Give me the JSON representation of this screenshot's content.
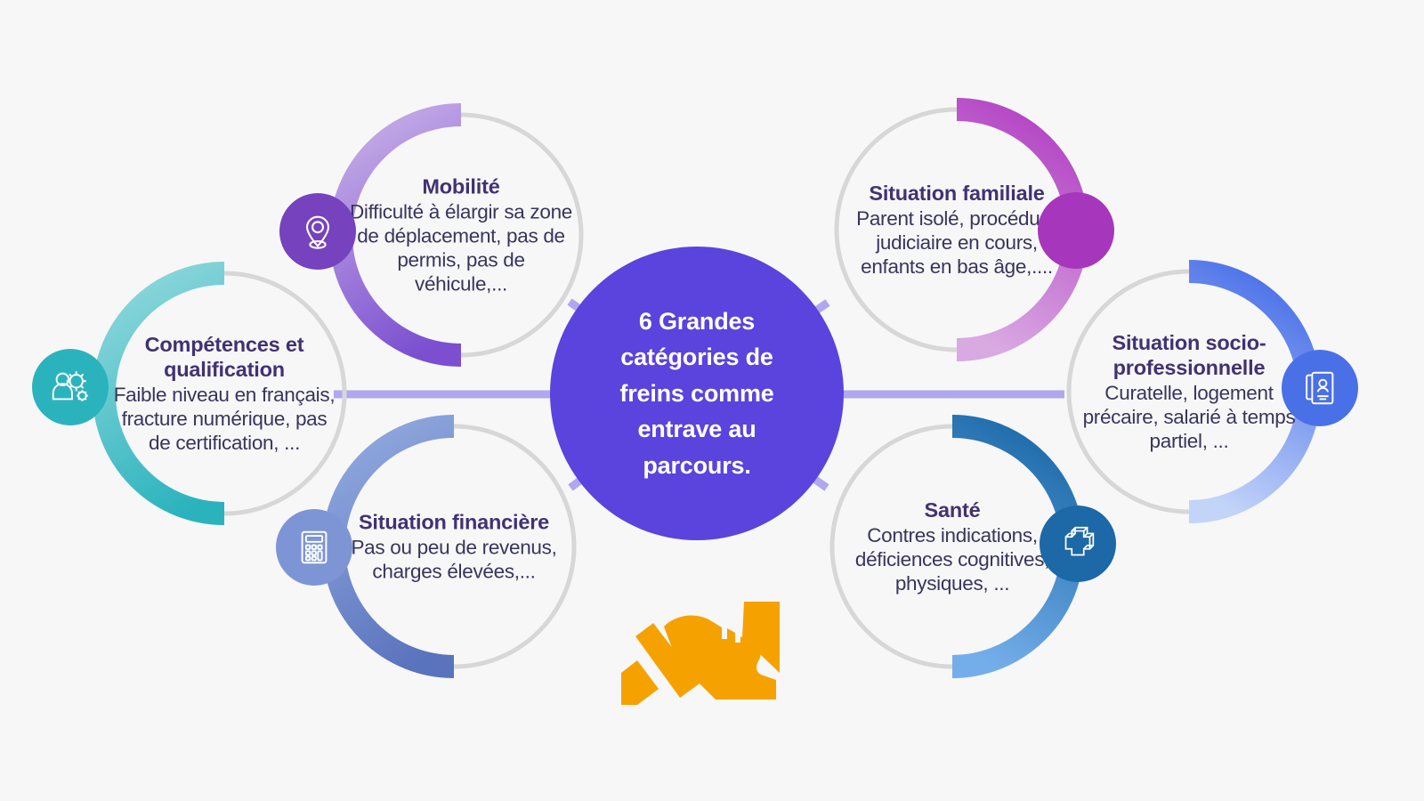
{
  "background_color": "#f7f7f7",
  "center": {
    "text": "6 Grandes catégories de freins comme entrave au parcours.",
    "color": "#5b43dd",
    "text_color": "#ffffff"
  },
  "logo": {
    "name": "sneaker-logo",
    "color": "#f5a200"
  },
  "colors": {
    "heading": "#413272",
    "body": "#38355e",
    "ring_track": "#d6d6d6",
    "connector": "#b1a7ef"
  },
  "nodes": [
    {
      "id": "mobilite",
      "title": "Mobilité",
      "description": "Difficulté à élargir sa zone de déplacement, pas de permis, pas de véhicule,...",
      "icon": "map-pin-icon",
      "icon_color": "#7642bd",
      "arc_from": "#c3aae6",
      "arc_to": "#7b4fd0",
      "arc_side": "left"
    },
    {
      "id": "competences",
      "title": "Compétences et qualification",
      "description": "Faible niveau en français, fracture numérique, pas de certification, ...",
      "icon": "people-gears-icon",
      "icon_color": "#2bb3bd",
      "arc_from": "#8ad6db",
      "arc_to": "#2bb3bd",
      "arc_side": "left"
    },
    {
      "id": "financiere",
      "title": "Situation financière",
      "description": "Pas ou peu de revenus, charges élevées,...",
      "icon": "calculator-icon",
      "icon_color": "#7d95d4",
      "arc_from": "#8fa7dd",
      "arc_to": "#5a73bd",
      "arc_side": "left"
    },
    {
      "id": "familiale",
      "title": "Situation familiale",
      "description": "Parent isolé, procédure judiciaire en cours, enfants en bas âge,....",
      "icon": "family-icon",
      "icon_color": "#a637bd",
      "arc_from": "#b344c4",
      "arc_to": "#d9a9e2",
      "arc_side": "right"
    },
    {
      "id": "socio",
      "title": "Situation socio-professionnelle",
      "description": "Curatelle, logement précaire, salarié à temps partiel, ...",
      "icon": "id-card-icon",
      "icon_color": "#4a70e8",
      "arc_from": "#4a70e8",
      "arc_to": "#c2d4f8",
      "arc_side": "right"
    },
    {
      "id": "sante",
      "title": "Santé",
      "description": "Contres indications, déficiences cognitives, physiques, ...",
      "icon": "medical-cross-icon",
      "icon_color": "#1d68a7",
      "arc_from": "#1d6ba9",
      "arc_to": "#74aeea",
      "arc_side": "right"
    }
  ]
}
